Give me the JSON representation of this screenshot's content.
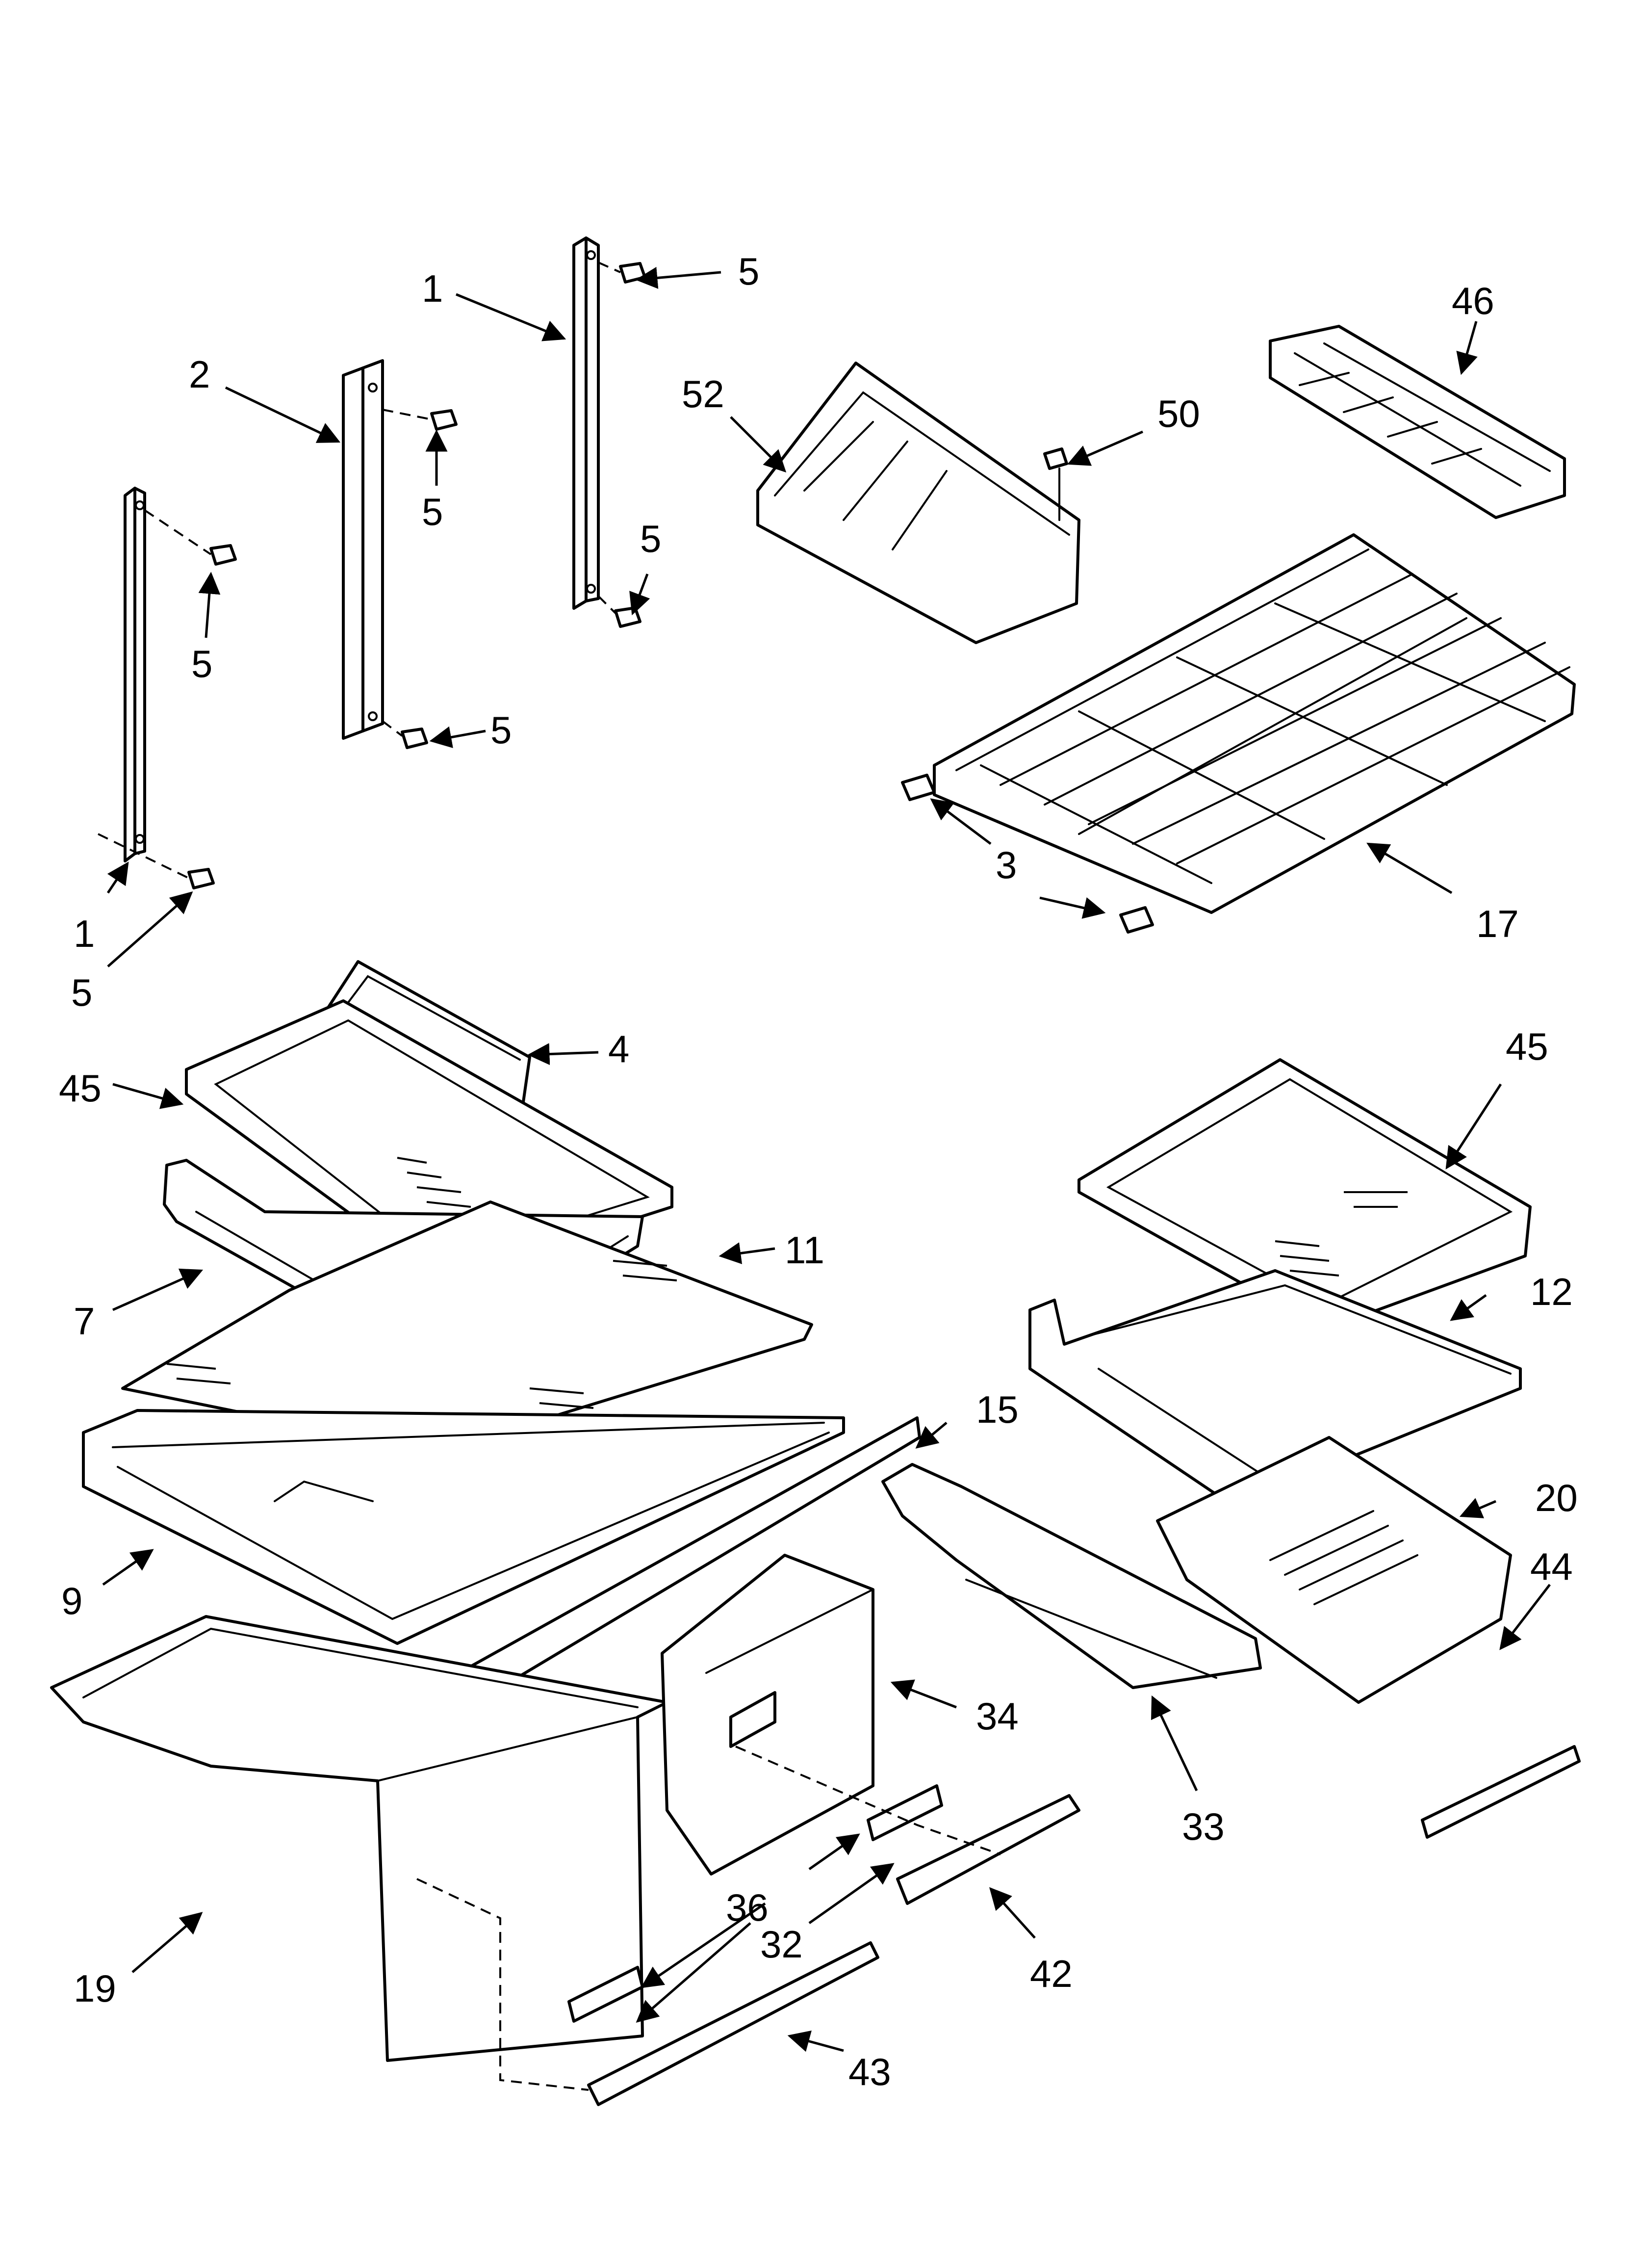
{
  "diagram": {
    "callouts": [
      {
        "id": "c1a",
        "label": "1"
      },
      {
        "id": "c1b",
        "label": "1"
      },
      {
        "id": "c2",
        "label": "2"
      },
      {
        "id": "c3",
        "label": "3"
      },
      {
        "id": "c4",
        "label": "4"
      },
      {
        "id": "c5a",
        "label": "5"
      },
      {
        "id": "c5b",
        "label": "5"
      },
      {
        "id": "c5c",
        "label": "5"
      },
      {
        "id": "c5d",
        "label": "5"
      },
      {
        "id": "c5e",
        "label": "5"
      },
      {
        "id": "c5f",
        "label": "5"
      },
      {
        "id": "c7",
        "label": "7"
      },
      {
        "id": "c9",
        "label": "9"
      },
      {
        "id": "c11",
        "label": "11"
      },
      {
        "id": "c12",
        "label": "12"
      },
      {
        "id": "c15",
        "label": "15"
      },
      {
        "id": "c17",
        "label": "17"
      },
      {
        "id": "c19",
        "label": "19"
      },
      {
        "id": "c20",
        "label": "20"
      },
      {
        "id": "c32",
        "label": "32"
      },
      {
        "id": "c33",
        "label": "33"
      },
      {
        "id": "c34",
        "label": "34"
      },
      {
        "id": "c36",
        "label": "36"
      },
      {
        "id": "c42",
        "label": "42"
      },
      {
        "id": "c43",
        "label": "43"
      },
      {
        "id": "c44",
        "label": "44"
      },
      {
        "id": "c45a",
        "label": "45"
      },
      {
        "id": "c45b",
        "label": "45"
      },
      {
        "id": "c46",
        "label": "46"
      },
      {
        "id": "c50",
        "label": "50"
      },
      {
        "id": "c52",
        "label": "52"
      }
    ],
    "colors": {
      "line": "#000000",
      "background": "#ffffff"
    }
  }
}
